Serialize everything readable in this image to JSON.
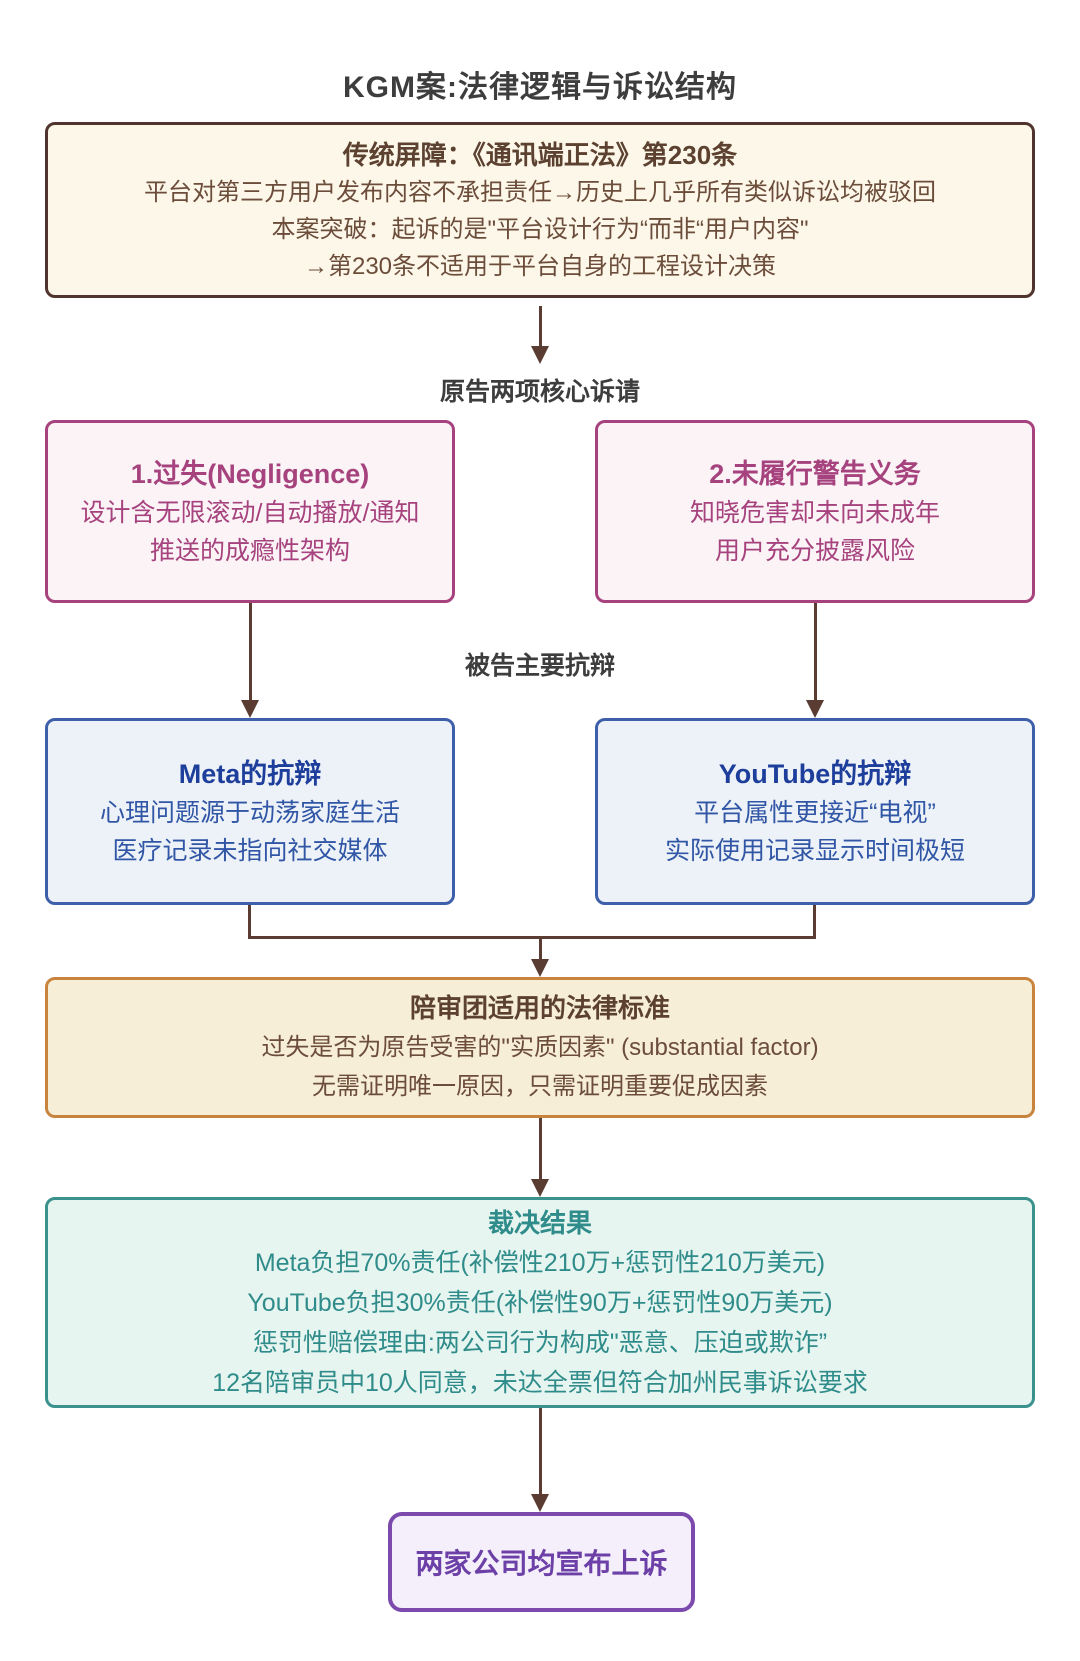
{
  "title": "KGM案:法律逻辑与诉讼结构",
  "colors": {
    "arrow": "#5b3c33",
    "section230_border": "#4f352d",
    "section230_bg": "#fcf7e8",
    "claim_accent": "#a6437e",
    "claim_bg": "#fbf3f6",
    "defense_border": "#3e5fa9",
    "defense_title": "#1e3e9b",
    "defense_bg": "#edf2f8",
    "standard_border": "#c8833d",
    "standard_bg": "#f6eed7",
    "verdict_accent": "#2f8c8a",
    "verdict_border": "#3a918e",
    "verdict_bg": "#e7f5f0",
    "appeal_accent": "#6c40a6",
    "appeal_border": "#7b4aac",
    "appeal_bg": "#f4effb"
  },
  "section230_box": {
    "title": "传统屏障：《通讯端正法》第230条",
    "lines": [
      "平台对第三方用户发布内容不承担责任→历史上几乎所有类似诉讼均被驳回",
      "本案突破：起诉的是\"平台设计行为“而非“用户内容\"",
      "→第230条不适用于平台自身的工程设计决策"
    ]
  },
  "claims_label": "原告两项核心诉请",
  "claims": [
    {
      "title": "1.过失(Negligence)",
      "lines": [
        "设计含无限滚动/自动播放/通知",
        "推送的成瘾性架构"
      ]
    },
    {
      "title": "2.未履行警告义务",
      "lines": [
        "知晓危害却未向未成年",
        "用户充分披露风险"
      ]
    }
  ],
  "defenses_label": "被告主要抗辩",
  "defenses": [
    {
      "title": "Meta的抗辩",
      "lines": [
        "心理问题源于动荡家庭生活",
        "医疗记录未指向社交媒体"
      ]
    },
    {
      "title": "YouTube的抗辩",
      "lines": [
        "平台属性更接近“电视”",
        "实际使用记录显示时间极短"
      ]
    }
  ],
  "standard_box": {
    "title": "陪审团适用的法律标准",
    "lines": [
      "过失是否为原告受害的\"实质因素\" (substantial factor)",
      "无需证明唯一原因，只需证明重要促成因素"
    ]
  },
  "verdict_box": {
    "title": "裁决结果",
    "lines": [
      "Meta负担70%责任(补偿性210万+惩罚性210万美元)",
      "YouTube负担30%责任(补偿性90万+惩罚性90万美元)",
      "惩罚性赔偿理由:两公司行为构成\"恶意、压迫或欺诈”",
      "12名陪审员中10人同意，未达全票但符合加州民事诉讼要求"
    ]
  },
  "appeal_box": {
    "title": "两家公司均宣布上诉"
  }
}
